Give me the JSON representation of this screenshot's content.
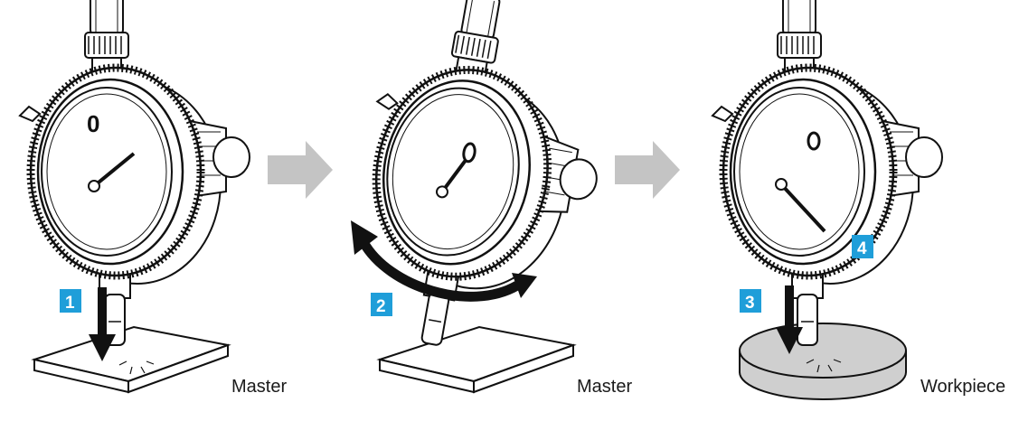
{
  "panels": [
    {
      "step_badges": [
        "1"
      ],
      "base_label": "Master"
    },
    {
      "step_badges": [
        "2"
      ],
      "base_label": "Master"
    },
    {
      "step_badges": [
        "3",
        "4"
      ],
      "base_label": "Workpiece"
    }
  ],
  "dial_zero": "0",
  "colors": {
    "badge": "#1f9ed9",
    "process_arrow": "#c4c4c4",
    "workpiece": "#cfcfcf",
    "line": "#111111"
  },
  "icons": [
    "dial-indicator-icon",
    "process-arrow-icon",
    "motion-arrow-icon"
  ]
}
